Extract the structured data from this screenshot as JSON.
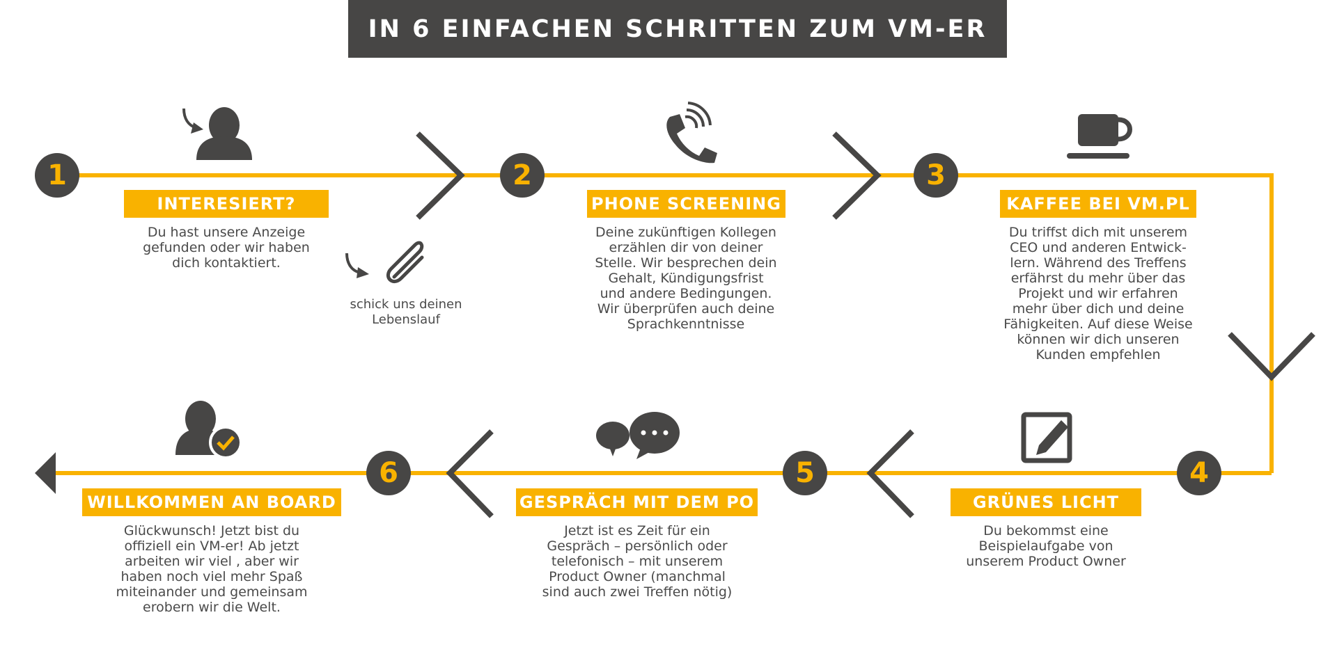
{
  "title": "In 6 einfachen Schritten zum VM-er",
  "colors": {
    "accent": "#f9b200",
    "dark": "#474645",
    "text": "#4a4a4a"
  },
  "steps": [
    {
      "number": "1",
      "title": "Interesiert?",
      "text": "Du hast unsere Anzeige\ngefunden oder wir haben\ndich kontaktiert.",
      "icon": "person-arrow-icon"
    },
    {
      "number": "2",
      "title": "Phone Screening",
      "text": "Deine zukünftigen Kollegen\nerzählen dir von deiner\nStelle. Wir besprechen dein\nGehalt, Kündigungsfrist\nund andere Bedingungen.\nWir überprüfen auch deine\nSprachkenntnisse",
      "icon": "phone-icon"
    },
    {
      "number": "3",
      "title": "Kaffee bei VM.PL",
      "text": "Du triffst dich mit unserem\nCEO und anderen Entwick-\nlern. Während des Treffens\nerfährst du mehr über das\nProjekt und wir erfahren\nmehr über dich und deine\nFähigkeiten. Auf diese Weise\nkönnen wir dich unseren\nKunden empfehlen",
      "icon": "coffee-cup-icon"
    },
    {
      "number": "4",
      "title": "Grünes Licht",
      "text": "Du bekommst eine\nBeispielaufgabe von\nunserem Product Owner",
      "icon": "edit-icon"
    },
    {
      "number": "5",
      "title": "Gespräch mit dem PO",
      "text": "Jetzt ist es Zeit für ein\nGespräch – persönlich oder\ntelefonisch – mit unserem\nProduct Owner (manchmal\nsind auch zwei Treffen nötig)",
      "icon": "chat-bubbles-icon"
    },
    {
      "number": "6",
      "title": "Willkommen an Board",
      "text": "Glückwunsch! Jetzt bist du\noffiziell ein VM-er! Ab jetzt\narbeiten wir viel , aber wir\nhaben noch viel mehr Spaß\nmiteinander und gemeinsam\nerobern wir die Welt.",
      "icon": "person-check-icon"
    }
  ],
  "attachment_note": {
    "text": "schick uns deinen\nLebenslauf",
    "icon": "paperclip-icon"
  }
}
